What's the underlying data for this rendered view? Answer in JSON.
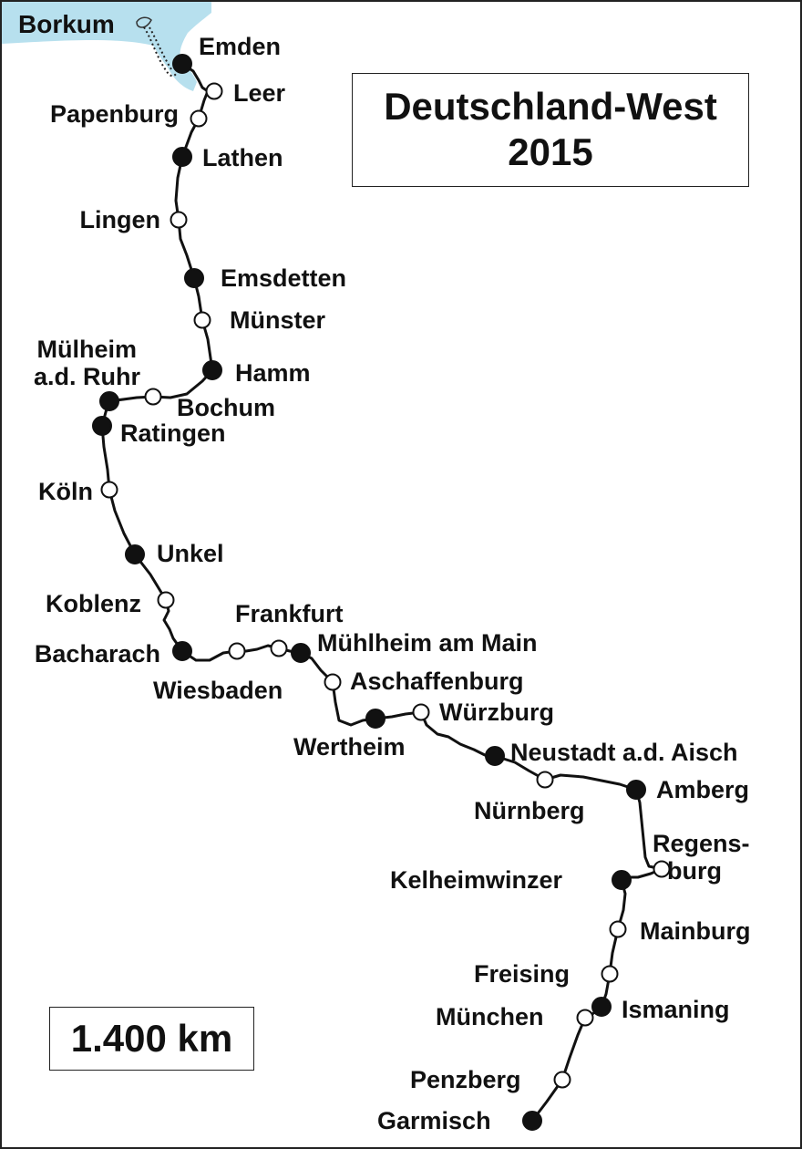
{
  "title": {
    "line1": "Deutschland-West",
    "line2": "2015"
  },
  "distance": "1.400 km",
  "colors": {
    "sea": "#b7e0ee",
    "route": "#111111",
    "overnight": "#111111",
    "stop_fill": "#ffffff"
  },
  "legend_note": "filled circle = overnight stop, open circle = waypoint",
  "island": {
    "name": "Borkum"
  },
  "stops": [
    {
      "name": "Emden",
      "type": "overnight"
    },
    {
      "name": "Leer",
      "type": "waypoint"
    },
    {
      "name": "Papenburg",
      "type": "waypoint"
    },
    {
      "name": "Lathen",
      "type": "overnight"
    },
    {
      "name": "Lingen",
      "type": "waypoint"
    },
    {
      "name": "Emsdetten",
      "type": "overnight"
    },
    {
      "name": "Münster",
      "type": "waypoint"
    },
    {
      "name": "Hamm",
      "type": "overnight"
    },
    {
      "name": "Bochum",
      "type": "waypoint"
    },
    {
      "name": "Mülheim|a.d. Ruhr",
      "type": "overnight"
    },
    {
      "name": "Ratingen",
      "type": "overnight"
    },
    {
      "name": "Köln",
      "type": "waypoint"
    },
    {
      "name": "Unkel",
      "type": "overnight"
    },
    {
      "name": "Koblenz",
      "type": "waypoint"
    },
    {
      "name": "Bacharach",
      "type": "overnight"
    },
    {
      "name": "Wiesbaden",
      "type": "waypoint"
    },
    {
      "name": "Frankfurt",
      "type": "waypoint"
    },
    {
      "name": "Mühlheim am Main",
      "type": "overnight"
    },
    {
      "name": "Aschaffenburg",
      "type": "waypoint"
    },
    {
      "name": "Wertheim",
      "type": "overnight"
    },
    {
      "name": "Würzburg",
      "type": "waypoint"
    },
    {
      "name": "Neustadt a.d. Aisch",
      "type": "overnight"
    },
    {
      "name": "Nürnberg",
      "type": "waypoint"
    },
    {
      "name": "Amberg",
      "type": "overnight"
    },
    {
      "name": "Regens-|burg",
      "type": "waypoint"
    },
    {
      "name": "Kelheimwinzer",
      "type": "overnight"
    },
    {
      "name": "Mainburg",
      "type": "waypoint"
    },
    {
      "name": "Freising",
      "type": "waypoint"
    },
    {
      "name": "Ismaning",
      "type": "overnight"
    },
    {
      "name": "München",
      "type": "waypoint"
    },
    {
      "name": "Penzberg",
      "type": "waypoint"
    },
    {
      "name": "Garmisch",
      "type": "overnight"
    }
  ]
}
